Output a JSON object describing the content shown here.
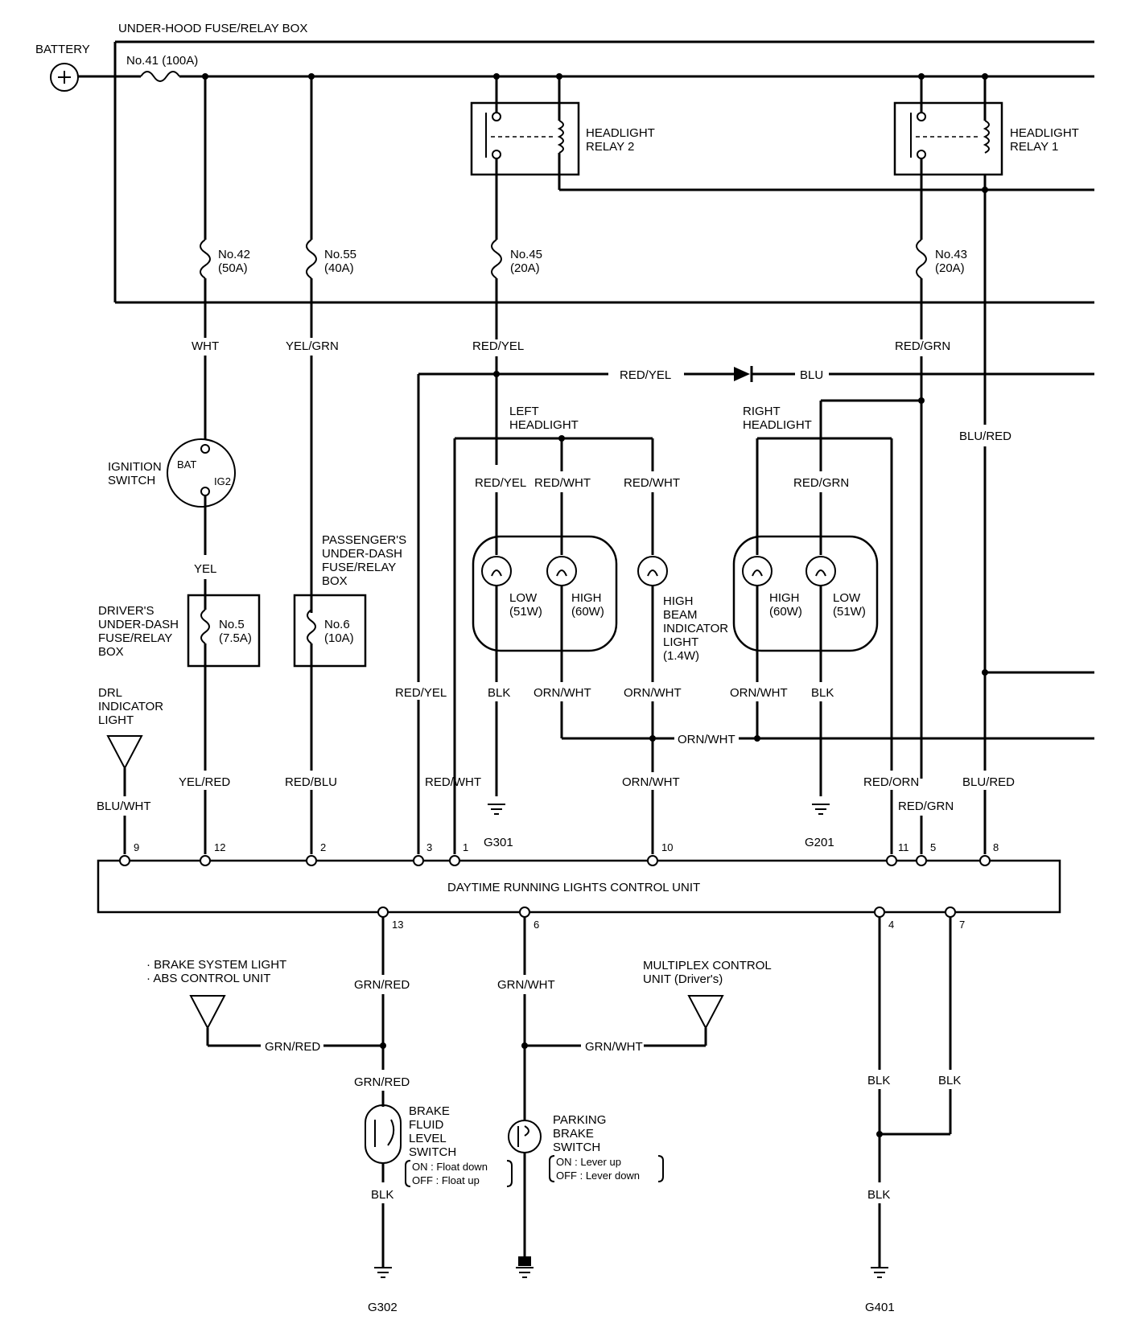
{
  "labels": {
    "battery": "BATTERY",
    "fuse_box_title": "UNDER-HOOD FUSE/RELAY BOX",
    "fuse41": "No.41 (100A)",
    "fuse42": [
      "No.42",
      "(50A)"
    ],
    "fuse55": [
      "No.55",
      "(40A)"
    ],
    "fuse45": [
      "No.45",
      "(20A)"
    ],
    "fuse43": [
      "No.43",
      "(20A)"
    ],
    "relay2": [
      "HEADLIGHT",
      "RELAY 2"
    ],
    "relay1": [
      "HEADLIGHT",
      "RELAY 1"
    ],
    "ignition": [
      "IGNITION",
      "SWITCH"
    ],
    "ign_bat": "BAT",
    "ign_ig2": "IG2",
    "drivers_box": [
      "DRIVER'S",
      "UNDER-DASH",
      "FUSE/RELAY",
      "BOX"
    ],
    "fuse5": [
      "No.5",
      "(7.5A)"
    ],
    "pass_box": [
      "PASSENGER'S",
      "UNDER-DASH",
      "FUSE/RELAY",
      "BOX"
    ],
    "fuse6": [
      "No.6",
      "(10A)"
    ],
    "drl_indicator": [
      "DRL",
      "INDICATOR",
      "LIGHT"
    ],
    "left_headlight": [
      "LEFT",
      "HEADLIGHT"
    ],
    "right_headlight": [
      "RIGHT",
      "HEADLIGHT"
    ],
    "left_low": [
      "LOW",
      "(51W)"
    ],
    "left_high": [
      "HIGH",
      "(60W)"
    ],
    "right_high": [
      "HIGH",
      "(60W)"
    ],
    "right_low": [
      "LOW",
      "(51W)"
    ],
    "hb_indicator": [
      "HIGH",
      "BEAM",
      "INDICATOR",
      "LIGHT",
      "(1.4W)"
    ],
    "control_unit": "DAYTIME RUNNING LIGHTS CONTROL UNIT",
    "brake_sys": [
      "· BRAKE SYSTEM LIGHT",
      "· ABS CONTROL UNIT"
    ],
    "multiplex": [
      "MULTIPLEX CONTROL",
      "UNIT (Driver's)"
    ],
    "brake_fluid": [
      "BRAKE",
      "FLUID",
      "LEVEL",
      "SWITCH"
    ],
    "brake_fluid_states": [
      "ON  : Float down",
      "OFF : Float up"
    ],
    "parking_brake": [
      "PARKING",
      "BRAKE",
      "SWITCH"
    ],
    "parking_states": [
      "ON  : Lever up",
      "OFF : Lever down"
    ],
    "grounds": {
      "g301": "G301",
      "g201": "G201",
      "g302": "G302",
      "g401": "G401"
    }
  },
  "wires": {
    "wht": "WHT",
    "yel_grn": "YEL/GRN",
    "red_yel": "RED/YEL",
    "red_grn": "RED/GRN",
    "red_yel_h": "RED/YEL",
    "blu_h": "BLU",
    "blu_red": "BLU/RED",
    "ly_redyel": "RED/YEL",
    "ly_redwht": "RED/WHT",
    "ly_redwht2": "RED/WHT",
    "ry_redgrn": "RED/GRN",
    "yel": "YEL",
    "blk1": "BLK",
    "ornwht1": "ORN/WHT",
    "ornwht2": "ORN/WHT",
    "ornwht3": "ORN/WHT",
    "blk2": "BLK",
    "ornwht_h": "ORN/WHT",
    "red_yel_l": "RED/YEL",
    "red_wht_l": "RED/WHT",
    "ornwht_l": "ORN/WHT",
    "yel_red": "YEL/RED",
    "red_blu": "RED/BLU",
    "blu_wht": "BLU/WHT",
    "red_orn": "RED/ORN",
    "red_grn_l": "RED/GRN",
    "blu_red_l": "BLU/RED",
    "grn_red1": "GRN/RED",
    "grn_red2": "GRN/RED",
    "grn_red3": "GRN/RED",
    "grn_wht1": "GRN/WHT",
    "grn_wht2": "GRN/WHT",
    "blk3": "BLK",
    "blk4": "BLK",
    "blk5": "BLK",
    "blk6": "BLK"
  },
  "pins": {
    "p9": "9",
    "p12": "12",
    "p2": "2",
    "p3": "3",
    "p1": "1",
    "p10": "10",
    "p11": "11",
    "p5": "5",
    "p8": "8",
    "p13": "13",
    "p6": "6",
    "p4": "4",
    "p7": "7"
  }
}
